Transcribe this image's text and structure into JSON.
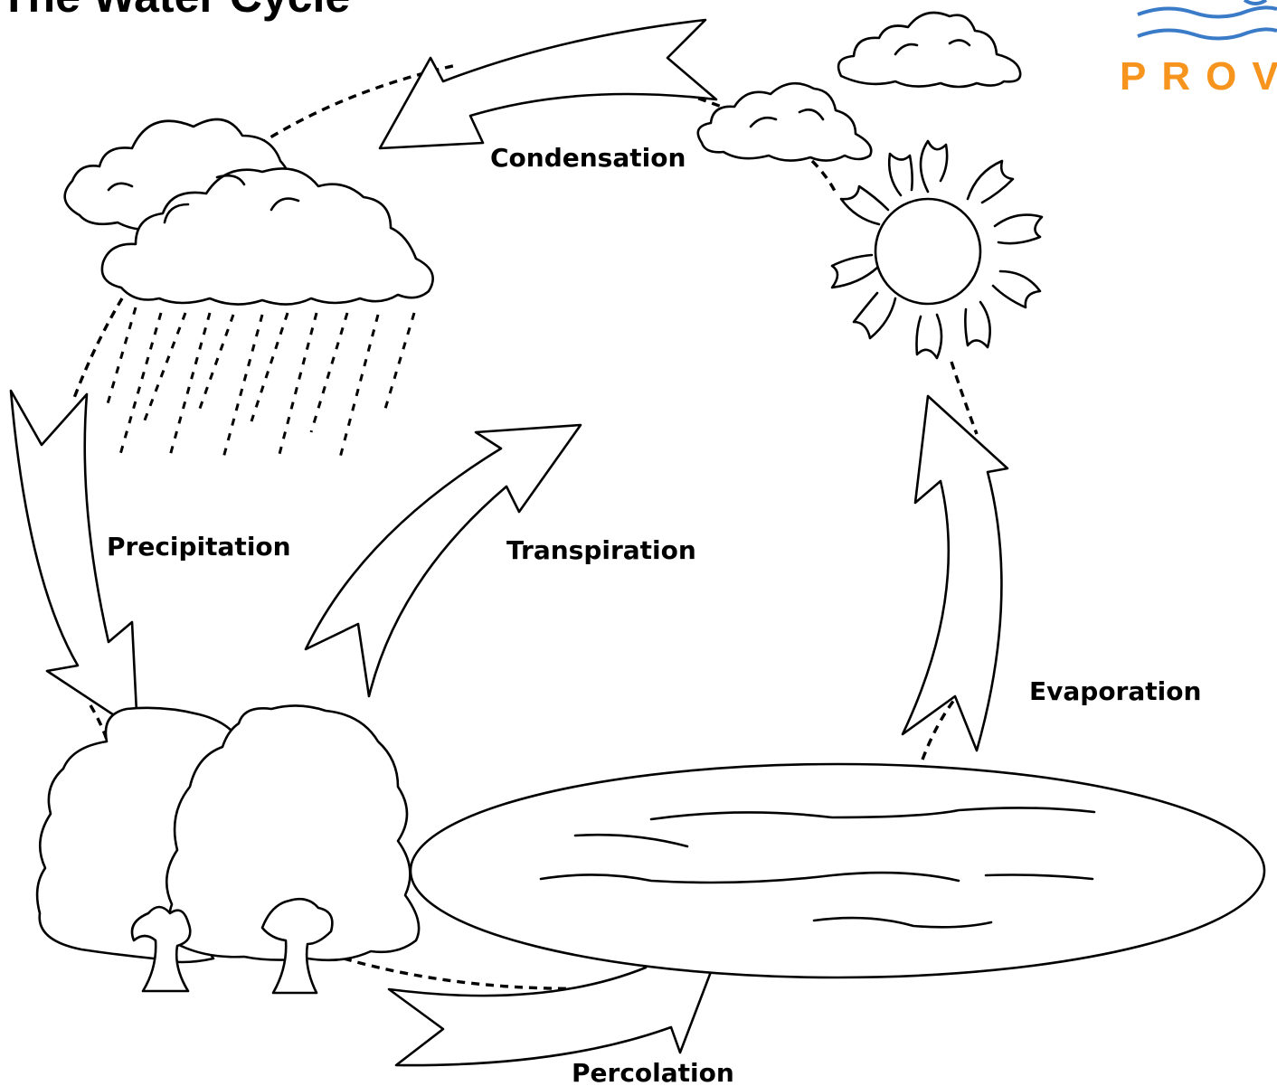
{
  "title": "The Water Cycle",
  "logo": {
    "text": "PROVE",
    "color": "#f7941d",
    "wave_color": "#3a7bc8"
  },
  "labels": {
    "condensation": "Condensation",
    "precipitation": "Precipitation",
    "transpiration": "Transpiration",
    "evaporation": "Evaporation",
    "percolation": "Percolation"
  }
}
